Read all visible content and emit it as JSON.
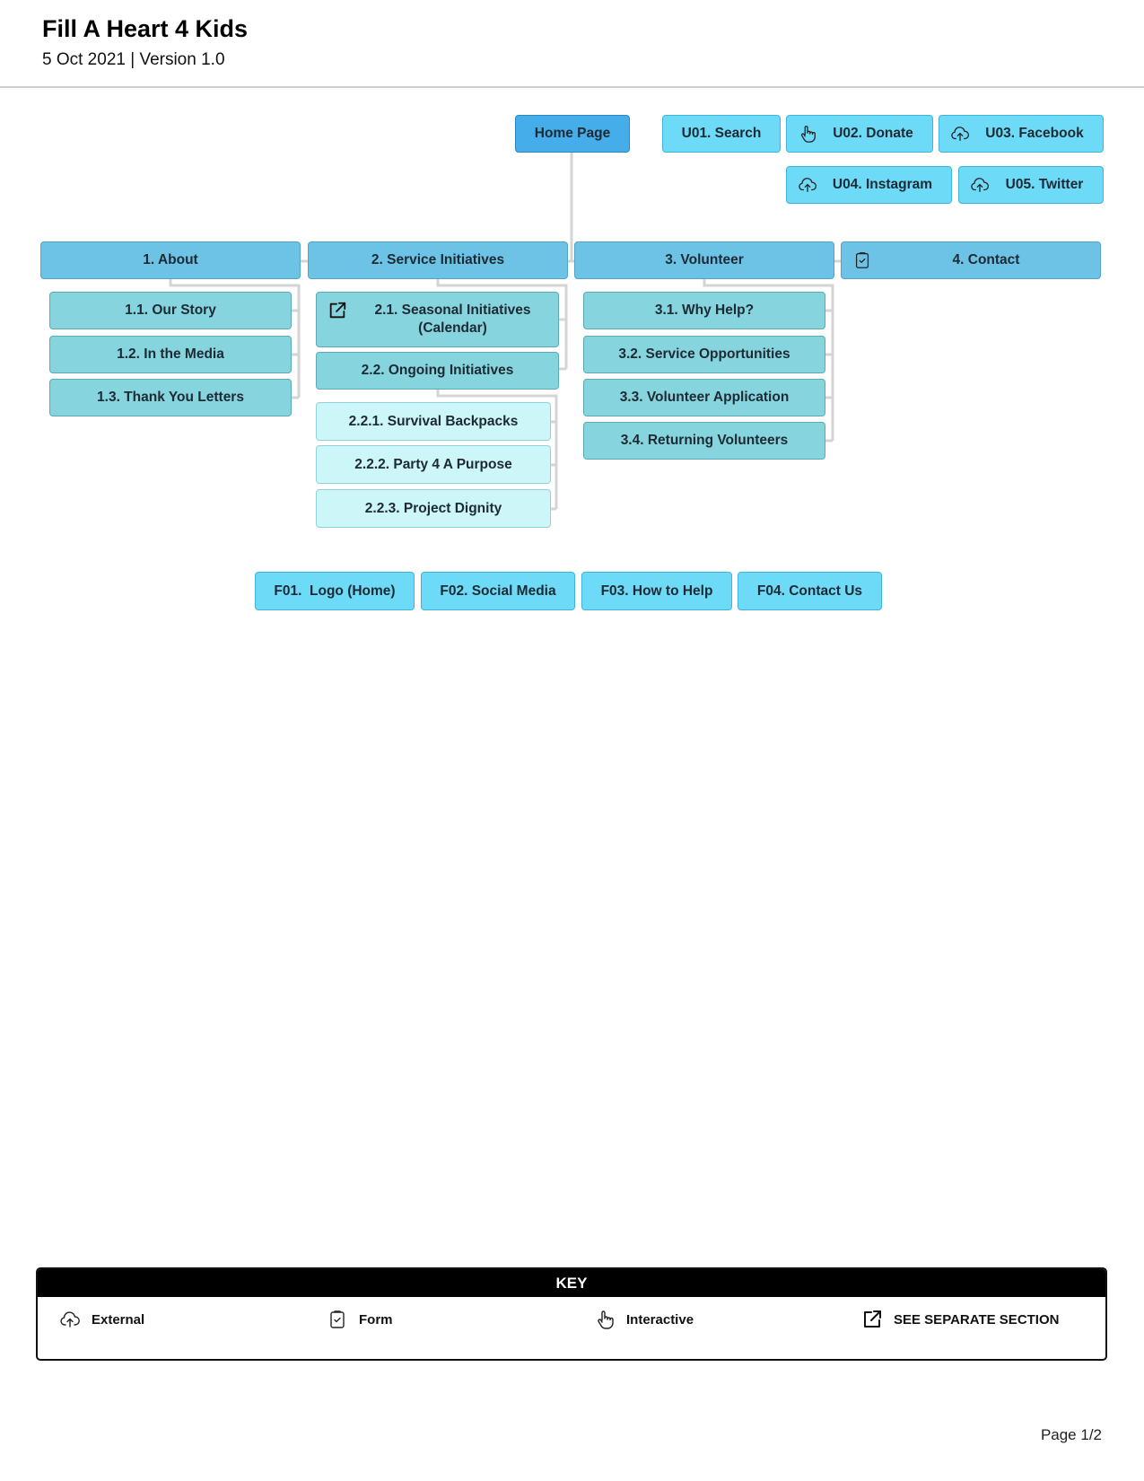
{
  "header": {
    "title": "Fill A Heart 4 Kids",
    "subtitle": "5 Oct 2021 | Version 1.0"
  },
  "home": {
    "label": "Home Page"
  },
  "utility": [
    {
      "label": "U01. Search",
      "icon": ""
    },
    {
      "label": "U02. Donate",
      "icon": "interactive-icon"
    },
    {
      "label": "U03. Facebook",
      "icon": "external-icon"
    },
    {
      "label": "U04. Instagram",
      "icon": "external-icon"
    },
    {
      "label": "U05. Twitter",
      "icon": "external-icon"
    }
  ],
  "sections": [
    {
      "label": "1. About",
      "children": [
        {
          "label": "1.1. Our Story"
        },
        {
          "label": "1.2. In the Media"
        },
        {
          "label": "1.3. Thank You Letters"
        }
      ]
    },
    {
      "label": "2. Service Initiatives",
      "children": [
        {
          "label": "2.1. Seasonal Initiatives (Calendar)",
          "icon": "see-separate-section-icon"
        },
        {
          "label": "2.2. Ongoing Initiatives",
          "children": [
            {
              "label": "2.2.1. Survival Backpacks"
            },
            {
              "label": "2.2.2. Party 4 A Purpose"
            },
            {
              "label": "2.2.3. Project Dignity"
            }
          ]
        }
      ]
    },
    {
      "label": "3. Volunteer",
      "children": [
        {
          "label": "3.1. Why Help?"
        },
        {
          "label": "3.2. Service Opportunities"
        },
        {
          "label": "3.3. Volunteer Application"
        },
        {
          "label": "3.4. Returning Volunteers"
        }
      ]
    },
    {
      "label": "4. Contact",
      "icon": "form-icon"
    }
  ],
  "footer": [
    {
      "label": "F01.  Logo (Home)"
    },
    {
      "label": "F02. Social Media"
    },
    {
      "label": "F03. How to Help"
    },
    {
      "label": "F04. Contact Us"
    }
  ],
  "key": {
    "title": "KEY",
    "items": [
      {
        "label": "External",
        "icon": "external-icon"
      },
      {
        "label": "Form",
        "icon": "form-icon"
      },
      {
        "label": "Interactive",
        "icon": "interactive-icon"
      },
      {
        "label": "SEE SEPARATE SECTION",
        "icon": "see-separate-section-icon"
      }
    ]
  },
  "page": {
    "number": "Page 1/2"
  },
  "colors": {
    "home": "#45aeea",
    "utility": "#6ddaf7",
    "level1": "#6dc3e6",
    "level2": "#86d4de",
    "level3": "#ccf6f7",
    "connector": "#d4d4d4"
  }
}
